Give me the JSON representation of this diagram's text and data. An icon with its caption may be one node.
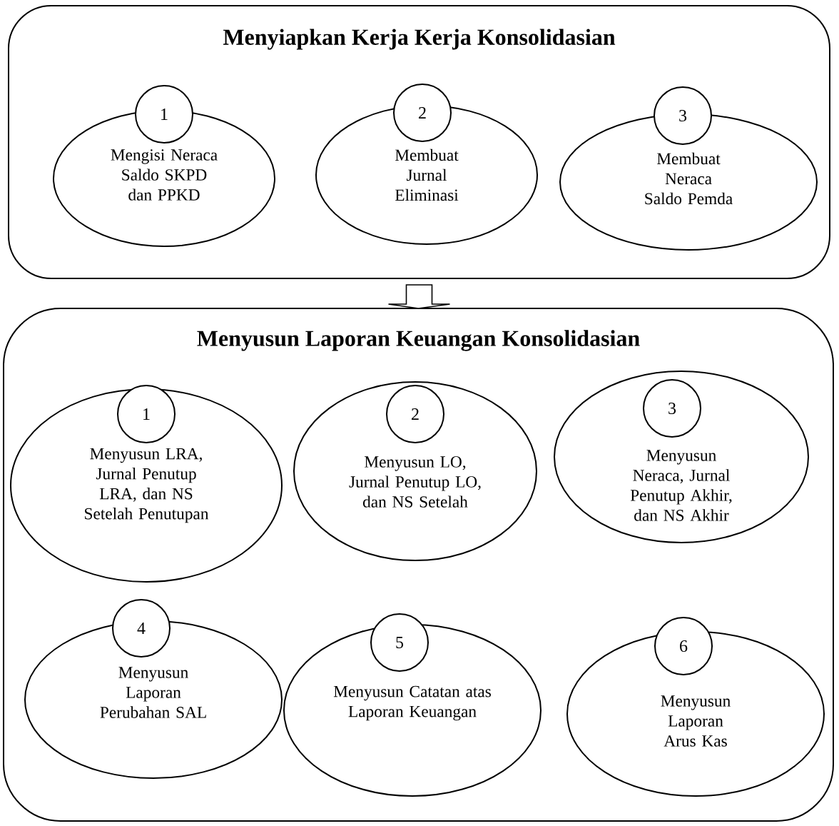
{
  "diagram": {
    "nodes": [
      {
        "text": [
          "Menyiapkan Kerja Kerja Konsolidasian"
        ]
      },
      {
        "text": [
          "1",
          "Mengisi Neraca Saldo SKPD dan PPKD"
        ],
        "in": 0
      },
      {
        "text": [
          "2",
          "Membuat Jurnal Eliminasi"
        ],
        "in": 0
      },
      {
        "text": [
          "3",
          "Membuat Neraca Saldo Pemda"
        ],
        "in": 0
      },
      {
        "text": [
          "Menyusun Laporan Keuangan Konsolidasian"
        ]
      },
      {
        "text": [
          "1",
          "Menyusun LRA, Jurnal Penutup LRA, dan NS Setelah Penutupan"
        ],
        "in": 4
      },
      {
        "text": [
          "2",
          "Menyusun LO, Jurnal Penutup LO, dan NS Setelah"
        ],
        "in": 4
      },
      {
        "text": [
          "3",
          "Menyusun Neraca, Jurnal Penutup Akhir, dan NS Akhir"
        ],
        "in": 4
      },
      {
        "text": [
          "4",
          "Menyusun Laporan Perubahan SAL"
        ],
        "in": 4
      },
      {
        "text": [
          "5",
          "Menyusun Catatan atas Laporan Keuangan"
        ],
        "in": 4
      },
      {
        "text": [
          "6",
          "Menyusun Laporan Arus Kas"
        ],
        "in": 4
      }
    ],
    "edges": [
      {
        "from": 0,
        "to": 4,
        "arrow": "to"
      }
    ]
  }
}
